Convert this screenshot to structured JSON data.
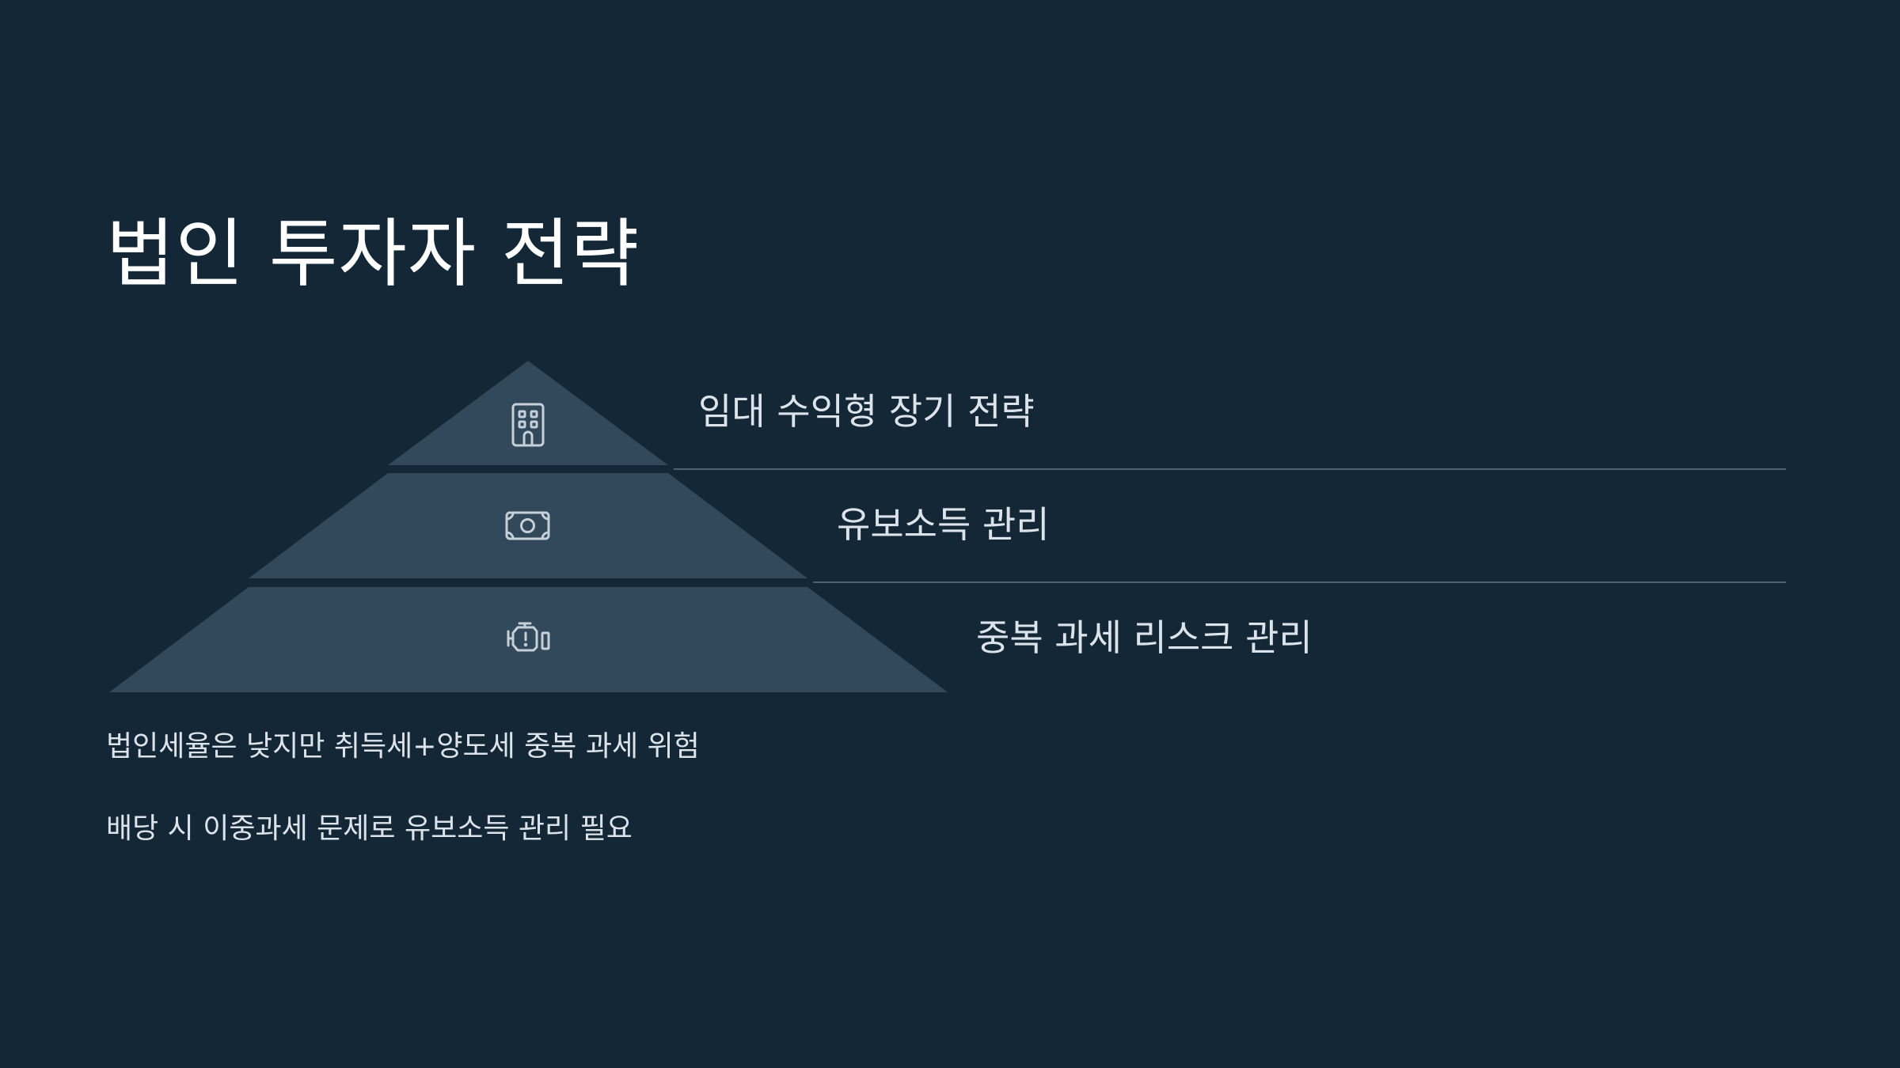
{
  "slide": {
    "title": "법인 투자자 전략",
    "background_color": "#132736"
  },
  "pyramid": {
    "tier_color": "#31495a",
    "icon_color": "#c6d0d9",
    "divider_color": "#4c6373",
    "levels": [
      {
        "label": "임대 수익형 장기 전략",
        "icon": "building-icon"
      },
      {
        "label": "유보소득 관리",
        "icon": "banknote-icon"
      },
      {
        "label": "중복 과세 리스크 관리",
        "icon": "engine-warning-icon"
      }
    ]
  },
  "notes": [
    "법인세율은 낮지만 취득세+양도세 중복 과세 위험",
    "배당 시 이중과세 문제로 유보소득 관리 필요"
  ]
}
